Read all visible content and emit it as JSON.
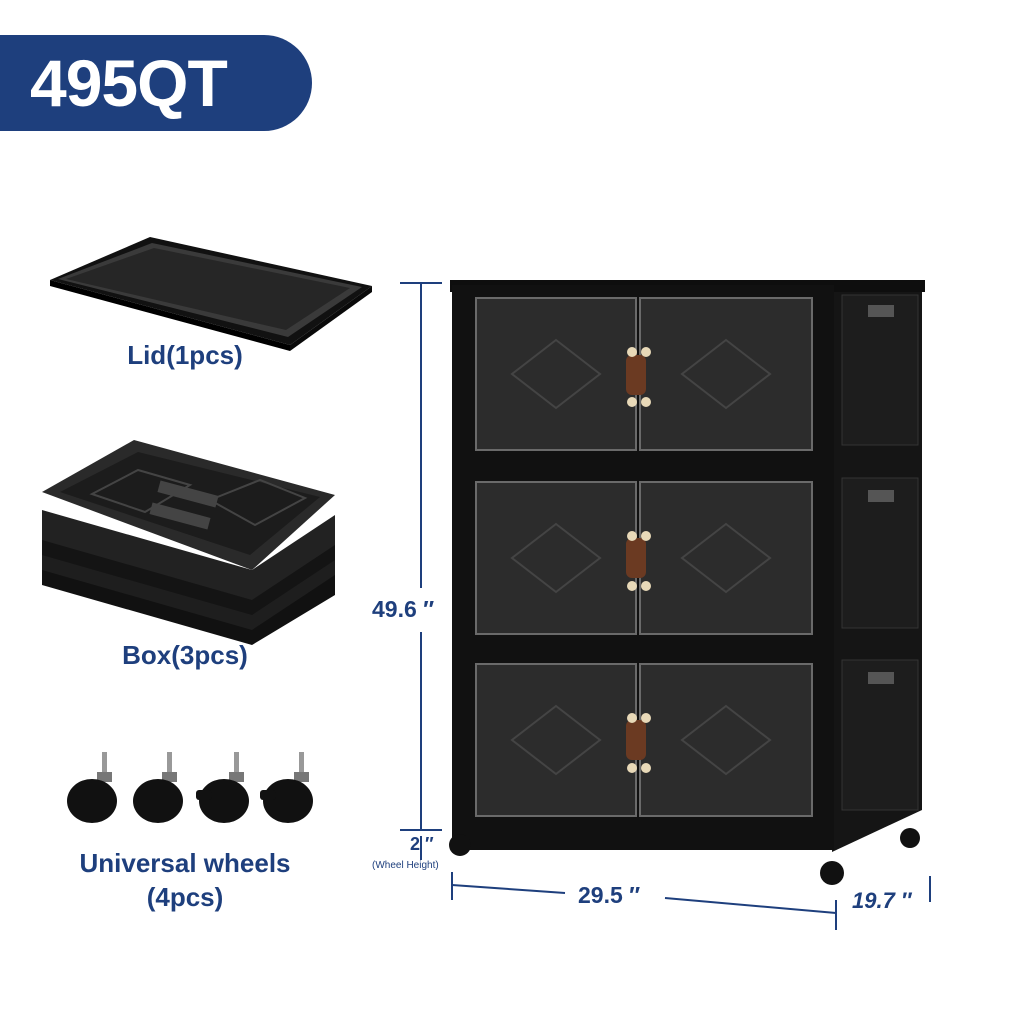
{
  "badge": {
    "text": "495QT",
    "color": "#1e3f7d"
  },
  "parts": {
    "lid": "Lid(1pcs)",
    "box": "Box(3pcs)",
    "wheels_line1": "Universal wheels",
    "wheels_line2": "(4pcs)"
  },
  "dimensions": {
    "height": "49.6 ″",
    "wheel": "2 ″",
    "wheel_note": "(Wheel Height)",
    "width": "29.5 ″",
    "depth": "19.7 ″"
  },
  "colors": {
    "accent": "#1e3f7d",
    "product": "#1a1a1a"
  }
}
